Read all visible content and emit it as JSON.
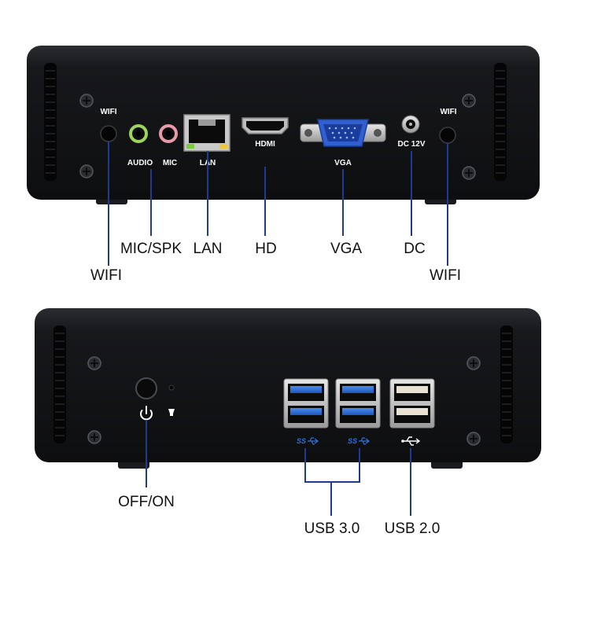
{
  "colors": {
    "chassis": "#141517",
    "leader": "#1f3a8f",
    "usb3": "#2f6fd6",
    "vga": "#2f5fd0",
    "jack_audio": "#9fd35a",
    "jack_mic": "#e89aa8"
  },
  "rear_panel": {
    "port_labels": {
      "wifi_left": "WIFI",
      "audio": "AUDIO",
      "mic": "MIC",
      "lan": "LAN",
      "hdmi": "HDMI",
      "vga": "VGA",
      "dc": "DC 12V",
      "wifi_right": "WIFI"
    },
    "callouts": {
      "wifi_left": "WIFI",
      "mic_spk": "MIC/SPK",
      "lan": "LAN",
      "hd": "HD",
      "vga": "VGA",
      "dc": "DC",
      "wifi_right": "WIFI"
    }
  },
  "front_panel": {
    "usb_logos": {
      "usb3_a": "SS",
      "usb3_b": "SS"
    },
    "callouts": {
      "power": "OFF/ON",
      "usb3": "USB 3.0",
      "usb2": "USB 2.0"
    }
  },
  "icons": [
    "power-icon",
    "led-icon",
    "usb-symbol-icon",
    "screw-icon",
    "vent-icon"
  ]
}
